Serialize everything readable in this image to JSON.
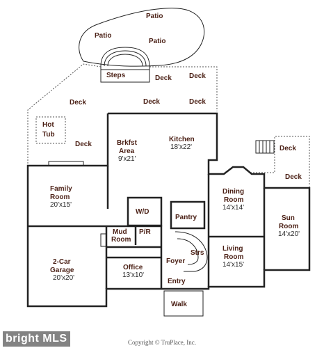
{
  "rooms": {
    "patio_1": "Patio",
    "patio_2": "Patio",
    "patio_3": "Patio",
    "steps": "Steps",
    "deck_1": "Deck",
    "deck_2": "Deck",
    "deck_3": "Deck",
    "deck_4": "Deck",
    "deck_5": "Deck",
    "deck_6": "Deck",
    "deck_7": "Deck",
    "deck_8": "Deck",
    "hot_tub_1": "Hot",
    "hot_tub_2": "Tub",
    "brkfst_1": "Brkfst",
    "brkfst_2": "Area",
    "brkfst_dim": "9'x21'",
    "kitchen": "Kitchen",
    "kitchen_dim": "18'x22'",
    "family_1": "Family",
    "family_2": "Room",
    "family_dim": "20'x15'",
    "dining_1": "Dining",
    "dining_2": "Room",
    "dining_dim": "14'x14'",
    "sun_1": "Sun",
    "sun_2": "Room",
    "sun_dim": "14'x20'",
    "wd": "W/D",
    "pantry": "Pantry",
    "mud_1": "Mud",
    "mud_2": "Room",
    "pr": "P/R",
    "strs": "Strs",
    "living_1": "Living",
    "living_2": "Room",
    "living_dim": "14'x15'",
    "garage_1": "2-Car",
    "garage_2": "Garage",
    "garage_dim": "20'x20'",
    "office": "Office",
    "office_dim": "13'x10'",
    "foyer": "Foyer",
    "entry": "Entry",
    "walk": "Walk"
  },
  "watermark": "bright MLS",
  "copyright": "Copyright © TruPlace, Inc."
}
